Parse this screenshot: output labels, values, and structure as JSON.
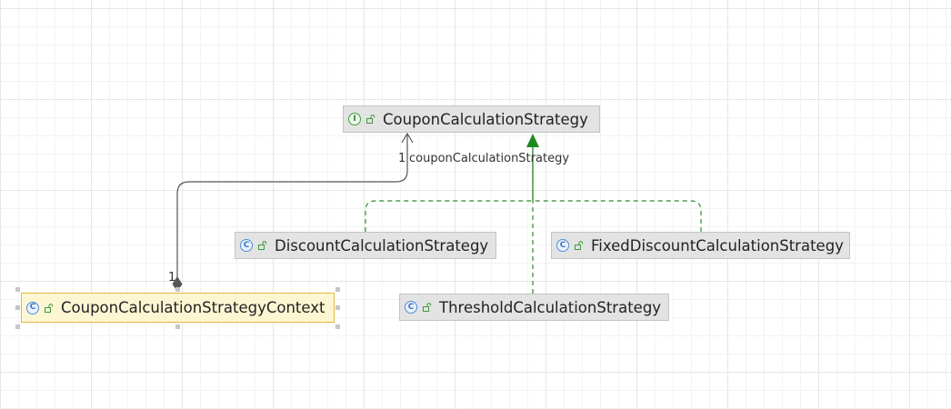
{
  "diagram": {
    "nodes": {
      "coupon_strategy": {
        "label": "CouponCalculationStrategy",
        "kind": "interface",
        "kind_letter": "I"
      },
      "discount_strategy": {
        "label": "DiscountCalculationStrategy",
        "kind": "class",
        "kind_letter": "C"
      },
      "fixed_discount_strategy": {
        "label": "FixedDiscountCalculationStrategy",
        "kind": "class",
        "kind_letter": "C"
      },
      "threshold_strategy": {
        "label": "ThresholdCalculationStrategy",
        "kind": "class",
        "kind_letter": "C"
      },
      "strategy_context": {
        "label": "CouponCalculationStrategyContext",
        "kind": "class",
        "kind_letter": "C",
        "selected": true
      }
    },
    "edges": {
      "composition": {
        "from": "CouponCalculationStrategyContext",
        "to": "CouponCalculationStrategy",
        "type": "composition",
        "target_multiplicity": "1",
        "role": "couponCalculationStrategy",
        "source_multiplicity": "1"
      },
      "realizations": [
        {
          "from": "DiscountCalculationStrategy",
          "to": "CouponCalculationStrategy",
          "type": "implements"
        },
        {
          "from": "FixedDiscountCalculationStrategy",
          "to": "CouponCalculationStrategy",
          "type": "implements"
        },
        {
          "from": "ThresholdCalculationStrategy",
          "to": "CouponCalculationStrategy",
          "type": "implements"
        }
      ]
    },
    "colors": {
      "realization": "#2e8b2e",
      "association": "#555555",
      "class_icon": "#4f8bd8",
      "interface_icon": "#3e9a3e",
      "selection": "#e2b93b"
    }
  }
}
